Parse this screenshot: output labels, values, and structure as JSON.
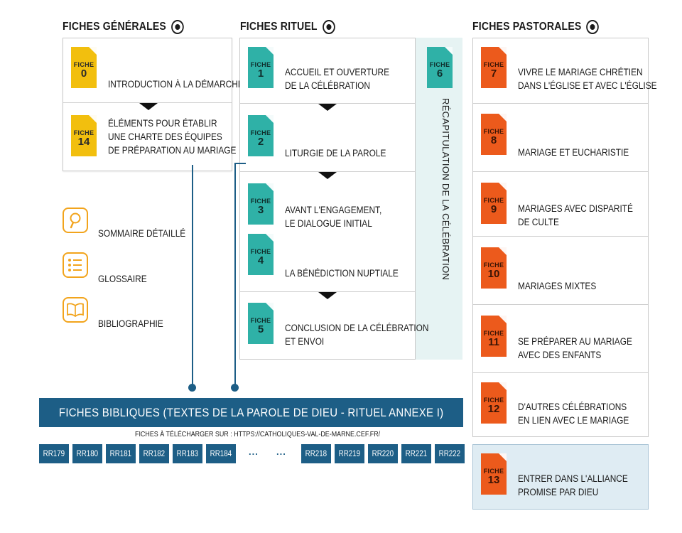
{
  "columns": {
    "generales": {
      "title": "FICHES GÉNÉRALES"
    },
    "rituel": {
      "title": "FICHES RITUEL"
    },
    "pastorales": {
      "title": "FICHES PASTORALES"
    }
  },
  "fiche_word": "FICHE",
  "generales": [
    {
      "num": "0",
      "text": "Introduction à la démarche"
    },
    {
      "num": "14",
      "text": "Éléments pour établir\nune charte des équipes\nde préparation au mariage"
    }
  ],
  "rituel": [
    {
      "num": "1",
      "text": "Accueil et ouverture\nde la célébration"
    },
    {
      "num": "2",
      "text": "Liturgie de la Parole"
    },
    {
      "num": "3",
      "text": "Avant l'engagement,\nle dialogue initial"
    },
    {
      "num": "4",
      "text": "La bénédiction nuptiale"
    },
    {
      "num": "5",
      "text": "Conclusion de la célébration\net envoi"
    }
  ],
  "recap": {
    "num": "6",
    "text": "RÉCAPITULATION DE LA CÉLÉBRATION"
  },
  "pastorales": [
    {
      "num": "7",
      "text": "Vivre le mariage chrétien\ndans l'Église et avec l'Église"
    },
    {
      "num": "8",
      "text": "Mariage et Eucharistie"
    },
    {
      "num": "9",
      "text": "Mariages avec disparité\nde culte"
    },
    {
      "num": "10",
      "text": "Mariages mixtes"
    },
    {
      "num": "11",
      "text": "Se préparer au mariage\navec des enfants"
    },
    {
      "num": "12",
      "text": "D'autres célébrations\nen lien avec le mariage"
    },
    {
      "num": "13",
      "text": "Entrer dans l'Alliance\npromise par Dieu"
    }
  ],
  "resources": [
    {
      "icon": "magnifier-icon",
      "label": "SOMMAIRE DÉTAILLÉ"
    },
    {
      "icon": "list-icon",
      "label": "GLOSSAIRE"
    },
    {
      "icon": "book-icon",
      "label": "BIBLIOGRAPHIE"
    }
  ],
  "bibliques": {
    "banner": "FICHES BIBLIQUES (TEXTES DE LA PAROLE DE DIEU - RITUEL ANNEXE I)",
    "download": "FICHES À TÉLÉCHARGER SUR : HTTPS://CATHOLIQUES-VAL-DE-MARNE.CEF.FR/",
    "codes_left": [
      "RR179",
      "RR180",
      "RR181",
      "RR182",
      "RR183",
      "RR184"
    ],
    "ellipsis": [
      "...",
      "..."
    ],
    "codes_right": [
      "RR218",
      "RR219",
      "RR220",
      "RR221",
      "RR222"
    ]
  },
  "colors": {
    "yellow": "#f2bf0e",
    "teal": "#2fb1a7",
    "orange": "#ec5a1c",
    "navy": "#1d5e86",
    "recap_bg": "#e6f3f3",
    "highlight_bg": "#dfecf3",
    "resource_outline": "#f2a41c"
  }
}
